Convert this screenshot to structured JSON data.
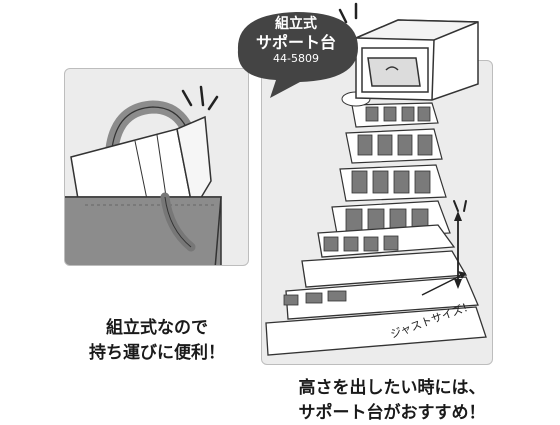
{
  "badge": {
    "line1": "組立式",
    "line2": "サポート台",
    "code": "44-5809"
  },
  "captions": {
    "left_line1": "組立式なので",
    "left_line2": "持ち運びに便利！",
    "right_line1": "高さを出したい時には、",
    "right_line2": "サポート台がおすすめ！"
  },
  "annotations": {
    "just_size": "ジャストサイズ！"
  },
  "colors": {
    "panel_bg": "#ececec",
    "badge_bg": "#444444",
    "bag": "#8c8c8c",
    "text": "#1a1a1a"
  }
}
